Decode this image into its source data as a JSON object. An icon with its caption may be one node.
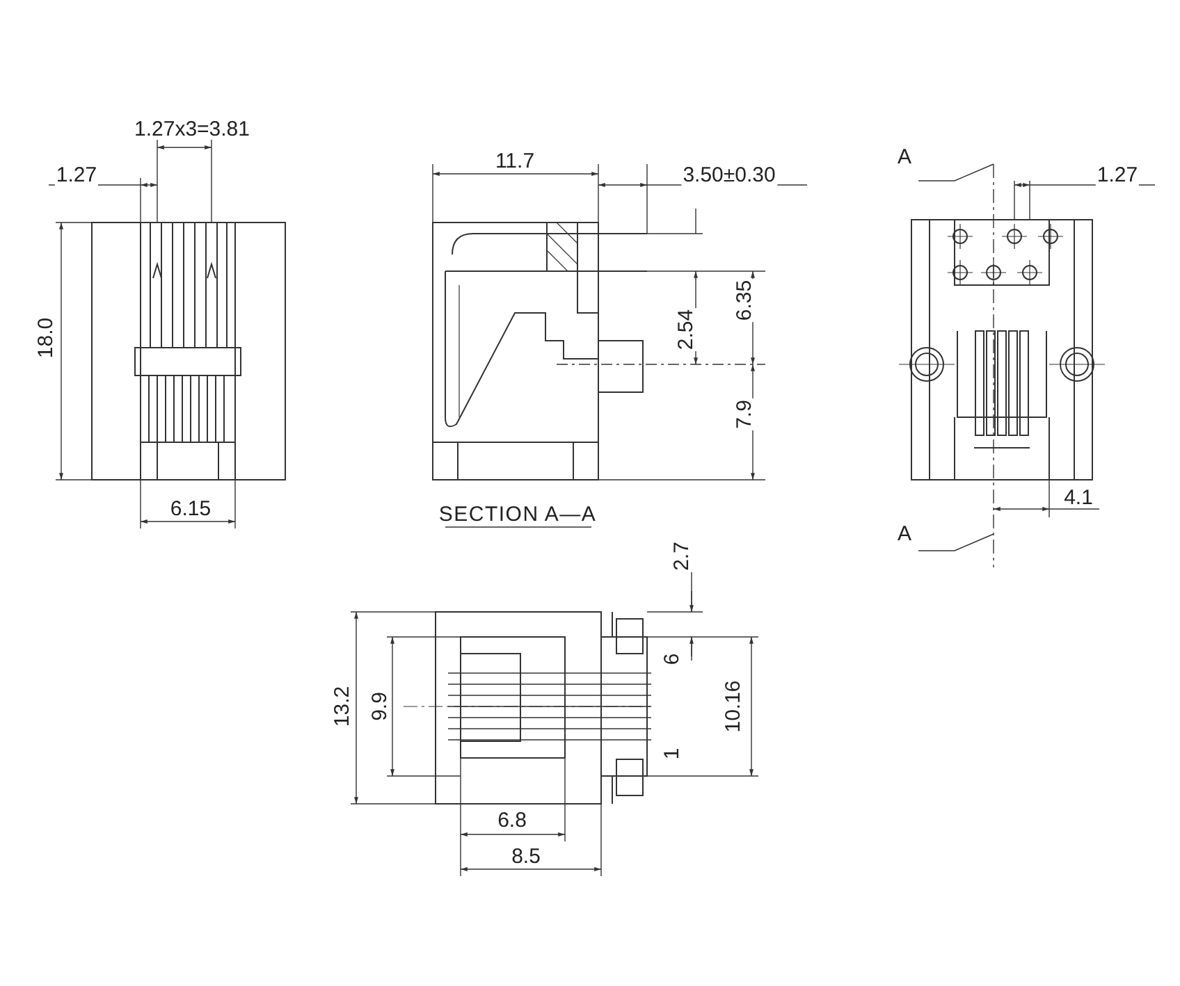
{
  "diagram": {
    "labels": [
      "1.27x3=3.81",
      "1.27",
      "18.0",
      "6.15",
      "11.7",
      "3.50±0.30",
      "2.54",
      "6.35",
      "7.9",
      "SECTION A—A",
      "A",
      "1.27",
      "A",
      "4.1",
      "2.7",
      "6",
      "13.2",
      "9.9",
      "10.16",
      "1",
      "6.8",
      "8.5"
    ]
  }
}
